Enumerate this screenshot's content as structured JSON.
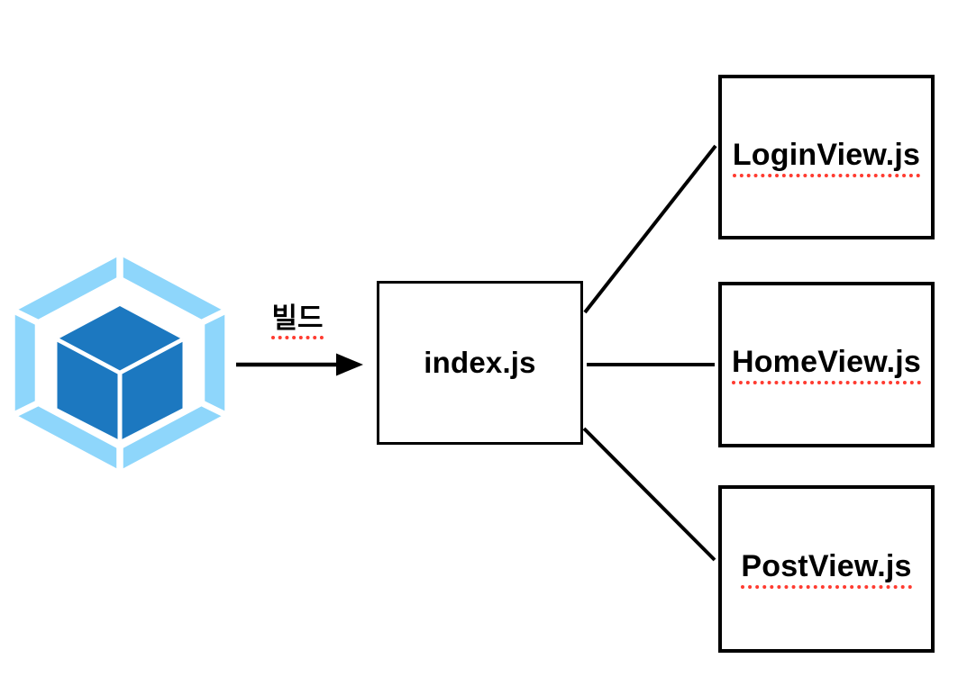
{
  "diagram": {
    "webpack_icon": {
      "name": "webpack-logo",
      "light_blue": "#8ED6FB",
      "dark_blue": "#1C78C0"
    },
    "build_arrow": {
      "label": "빌드"
    },
    "entry_node": {
      "label": "index.js"
    },
    "output_nodes": [
      {
        "label": "LoginView.js"
      },
      {
        "label": "HomeView.js"
      },
      {
        "label": "PostView.js"
      }
    ],
    "colors": {
      "background": "#ffffff",
      "line": "#000000",
      "box_border": "#000000",
      "text": "#000000",
      "spellcheck_underline": "#ff3b30"
    }
  }
}
